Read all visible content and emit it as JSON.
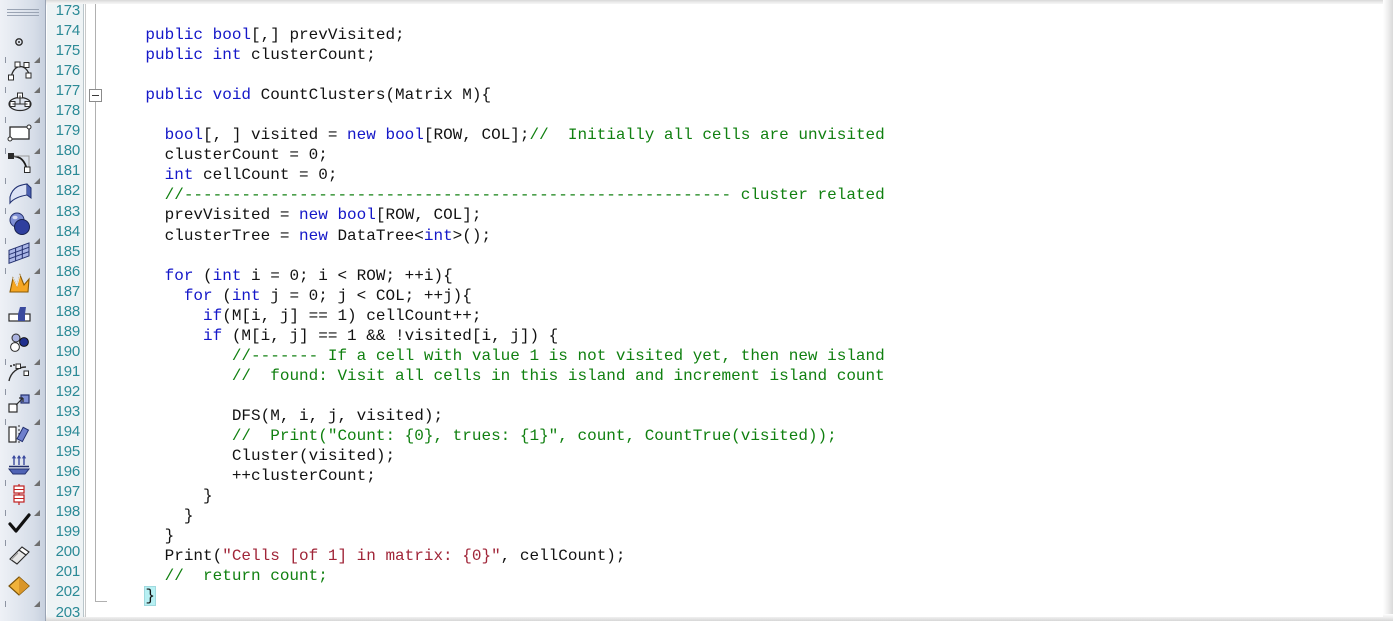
{
  "window": {
    "app_type": "code-editor",
    "colors": {
      "keyword": "#1417C8",
      "comment": "#108010",
      "string": "#A02538",
      "plain": "#121212",
      "gutter_text": "#2B8A96",
      "gutter_bg": "#EEF3F5",
      "toolbar_bg": "#D6DDE8",
      "brace_highlight": "#B7F0F3"
    }
  },
  "toolbar": {
    "name": "drawing-tools-palette",
    "grip_label": "drag handle",
    "items": [
      {
        "icon": "point-node-icon",
        "label": "Point",
        "has_flyout": true
      },
      {
        "icon": "spline-curve-icon",
        "label": "Spline",
        "has_flyout": true
      },
      {
        "icon": "ellipse-nodes-icon",
        "label": "Ellipse",
        "has_flyout": true
      },
      {
        "icon": "rectangle-icon",
        "label": "Rectangle",
        "has_flyout": true
      },
      {
        "icon": "bezier-curve-icon",
        "label": "Bezier Curve",
        "has_flyout": true
      },
      {
        "icon": "surface-sweep-icon",
        "label": "Sweep Surface",
        "has_flyout": true
      },
      {
        "icon": "sphere-boolean-icon",
        "label": "Boolean Solid",
        "has_flyout": true
      },
      {
        "icon": "mesh-grid-icon",
        "label": "Mesh Grid",
        "has_flyout": true
      },
      {
        "icon": "explode-icon",
        "label": "Explode",
        "has_flyout": false
      },
      {
        "icon": "extrude-bar-icon",
        "label": "Extrude",
        "has_flyout": false
      },
      {
        "icon": "three-circles-icon",
        "label": "Select Objects",
        "has_flyout": true
      },
      {
        "icon": "arc-dimension-icon",
        "label": "Arc Dimension",
        "has_flyout": true
      },
      {
        "icon": "scale-transform-icon",
        "label": "Scale",
        "has_flyout": true
      },
      {
        "icon": "mirror-paint-icon",
        "label": "Mirror",
        "has_flyout": false
      },
      {
        "icon": "align-top-icon",
        "label": "Align",
        "has_flyout": true
      },
      {
        "icon": "dimension-chain-icon",
        "label": "Chain Dimension",
        "has_flyout": true
      },
      {
        "icon": "checkmark-icon",
        "label": "Apply",
        "has_flyout": true
      },
      {
        "icon": "eraser-icon",
        "label": "Erase",
        "has_flyout": false
      },
      {
        "icon": "fill-diamond-icon",
        "label": "Fill",
        "has_flyout": true
      }
    ]
  },
  "editor": {
    "first_line": 173,
    "last_line": 203,
    "fold_marker_line": 177,
    "fold_marker_state": "expanded",
    "highlighted_brace_line": 202,
    "line_numbers": [
      "173",
      "174",
      "175",
      "176",
      "177",
      "178",
      "179",
      "180",
      "181",
      "182",
      "183",
      "184",
      "185",
      "186",
      "187",
      "188",
      "189",
      "190",
      "191",
      "192",
      "193",
      "194",
      "195",
      "196",
      "197",
      "198",
      "199",
      "200",
      "201",
      "202",
      "203"
    ],
    "lines": [
      {
        "n": "173",
        "tokens": []
      },
      {
        "n": "174",
        "tokens": [
          {
            "t": "    ",
            "c": "pl"
          },
          {
            "t": "public",
            "c": "kw"
          },
          {
            "t": " ",
            "c": "pl"
          },
          {
            "t": "bool",
            "c": "kw"
          },
          {
            "t": "[,] prevVisited;",
            "c": "pl"
          }
        ]
      },
      {
        "n": "175",
        "tokens": [
          {
            "t": "    ",
            "c": "pl"
          },
          {
            "t": "public",
            "c": "kw"
          },
          {
            "t": " ",
            "c": "pl"
          },
          {
            "t": "int",
            "c": "kw"
          },
          {
            "t": " clusterCount;",
            "c": "pl"
          }
        ]
      },
      {
        "n": "176",
        "tokens": []
      },
      {
        "n": "177",
        "tokens": [
          {
            "t": "    ",
            "c": "pl"
          },
          {
            "t": "public",
            "c": "kw"
          },
          {
            "t": " ",
            "c": "pl"
          },
          {
            "t": "void",
            "c": "kw"
          },
          {
            "t": " CountClusters(Matrix M){",
            "c": "pl"
          }
        ]
      },
      {
        "n": "178",
        "tokens": []
      },
      {
        "n": "179",
        "tokens": [
          {
            "t": "      ",
            "c": "pl"
          },
          {
            "t": "bool",
            "c": "kw"
          },
          {
            "t": "[, ] visited = ",
            "c": "pl"
          },
          {
            "t": "new",
            "c": "kw"
          },
          {
            "t": " ",
            "c": "pl"
          },
          {
            "t": "bool",
            "c": "kw"
          },
          {
            "t": "[ROW, COL];",
            "c": "pl"
          },
          {
            "t": "//  Initially all cells are unvisited",
            "c": "cm"
          }
        ]
      },
      {
        "n": "180",
        "tokens": [
          {
            "t": "      clusterCount = 0;",
            "c": "pl"
          }
        ]
      },
      {
        "n": "181",
        "tokens": [
          {
            "t": "      ",
            "c": "pl"
          },
          {
            "t": "int",
            "c": "kw"
          },
          {
            "t": " cellCount = 0;",
            "c": "pl"
          }
        ]
      },
      {
        "n": "182",
        "tokens": [
          {
            "t": "      ",
            "c": "pl"
          },
          {
            "t": "//--------------------------------------------------------- cluster related",
            "c": "cm"
          }
        ]
      },
      {
        "n": "183",
        "tokens": [
          {
            "t": "      prevVisited = ",
            "c": "pl"
          },
          {
            "t": "new",
            "c": "kw"
          },
          {
            "t": " ",
            "c": "pl"
          },
          {
            "t": "bool",
            "c": "kw"
          },
          {
            "t": "[ROW, COL];",
            "c": "pl"
          }
        ]
      },
      {
        "n": "184",
        "tokens": [
          {
            "t": "      clusterTree = ",
            "c": "pl"
          },
          {
            "t": "new",
            "c": "kw"
          },
          {
            "t": " DataTree<",
            "c": "pl"
          },
          {
            "t": "int",
            "c": "kw"
          },
          {
            "t": ">();",
            "c": "pl"
          }
        ]
      },
      {
        "n": "185",
        "tokens": []
      },
      {
        "n": "186",
        "tokens": [
          {
            "t": "      ",
            "c": "pl"
          },
          {
            "t": "for",
            "c": "kw"
          },
          {
            "t": " (",
            "c": "pl"
          },
          {
            "t": "int",
            "c": "kw"
          },
          {
            "t": " i = 0; i < ROW; ++i){",
            "c": "pl"
          }
        ]
      },
      {
        "n": "187",
        "tokens": [
          {
            "t": "        ",
            "c": "pl"
          },
          {
            "t": "for",
            "c": "kw"
          },
          {
            "t": " (",
            "c": "pl"
          },
          {
            "t": "int",
            "c": "kw"
          },
          {
            "t": " j = 0; j < COL; ++j){",
            "c": "pl"
          }
        ]
      },
      {
        "n": "188",
        "tokens": [
          {
            "t": "          ",
            "c": "pl"
          },
          {
            "t": "if",
            "c": "kw"
          },
          {
            "t": "(M[i, j] == 1) cellCount++;",
            "c": "pl"
          }
        ]
      },
      {
        "n": "189",
        "tokens": [
          {
            "t": "          ",
            "c": "pl"
          },
          {
            "t": "if",
            "c": "kw"
          },
          {
            "t": " (M[i, j] == 1 && !visited[i, j]) {",
            "c": "pl"
          }
        ]
      },
      {
        "n": "190",
        "tokens": [
          {
            "t": "             ",
            "c": "pl"
          },
          {
            "t": "//------- If a cell with value 1 is not visited yet, then new island",
            "c": "cm"
          }
        ]
      },
      {
        "n": "191",
        "tokens": [
          {
            "t": "             ",
            "c": "pl"
          },
          {
            "t": "//  found: Visit all cells in this island and increment island count",
            "c": "cm"
          }
        ]
      },
      {
        "n": "192",
        "tokens": []
      },
      {
        "n": "193",
        "tokens": [
          {
            "t": "             DFS(M, i, j, visited);",
            "c": "pl"
          }
        ]
      },
      {
        "n": "194",
        "tokens": [
          {
            "t": "             ",
            "c": "pl"
          },
          {
            "t": "//  Print(\"Count: {0}, trues: {1}\", count, CountTrue(visited));",
            "c": "cm"
          }
        ]
      },
      {
        "n": "195",
        "tokens": [
          {
            "t": "             Cluster(visited);",
            "c": "pl"
          }
        ]
      },
      {
        "n": "196",
        "tokens": [
          {
            "t": "             ++clusterCount;",
            "c": "pl"
          }
        ]
      },
      {
        "n": "197",
        "tokens": [
          {
            "t": "          }",
            "c": "pl"
          }
        ]
      },
      {
        "n": "198",
        "tokens": [
          {
            "t": "        }",
            "c": "pl"
          }
        ]
      },
      {
        "n": "199",
        "tokens": [
          {
            "t": "      }",
            "c": "pl"
          }
        ]
      },
      {
        "n": "200",
        "tokens": [
          {
            "t": "      Print(",
            "c": "pl"
          },
          {
            "t": "\"Cells [of 1] in matrix: {0}\"",
            "c": "st"
          },
          {
            "t": ", cellCount);",
            "c": "pl"
          }
        ]
      },
      {
        "n": "201",
        "tokens": [
          {
            "t": "      ",
            "c": "pl"
          },
          {
            "t": "//  return count;",
            "c": "cm"
          }
        ]
      },
      {
        "n": "202",
        "tokens": [
          {
            "t": "    ",
            "c": "pl"
          },
          {
            "t": "}",
            "c": "brace-hl"
          }
        ]
      },
      {
        "n": "203",
        "tokens": []
      }
    ]
  }
}
